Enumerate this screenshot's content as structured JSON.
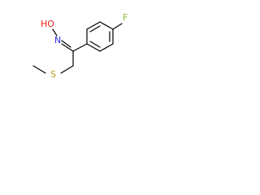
{
  "molecule": {
    "atoms": {
      "fluorine": "F",
      "hydroxyl": "HO",
      "nitrogen": "N",
      "sulfur": "S"
    },
    "colors": {
      "bond": "#000000",
      "fluorine": "#8fbc3a",
      "oxygen": "#e0241c",
      "nitrogen": "#2a2af0",
      "sulfur": "#b8a21a"
    }
  }
}
